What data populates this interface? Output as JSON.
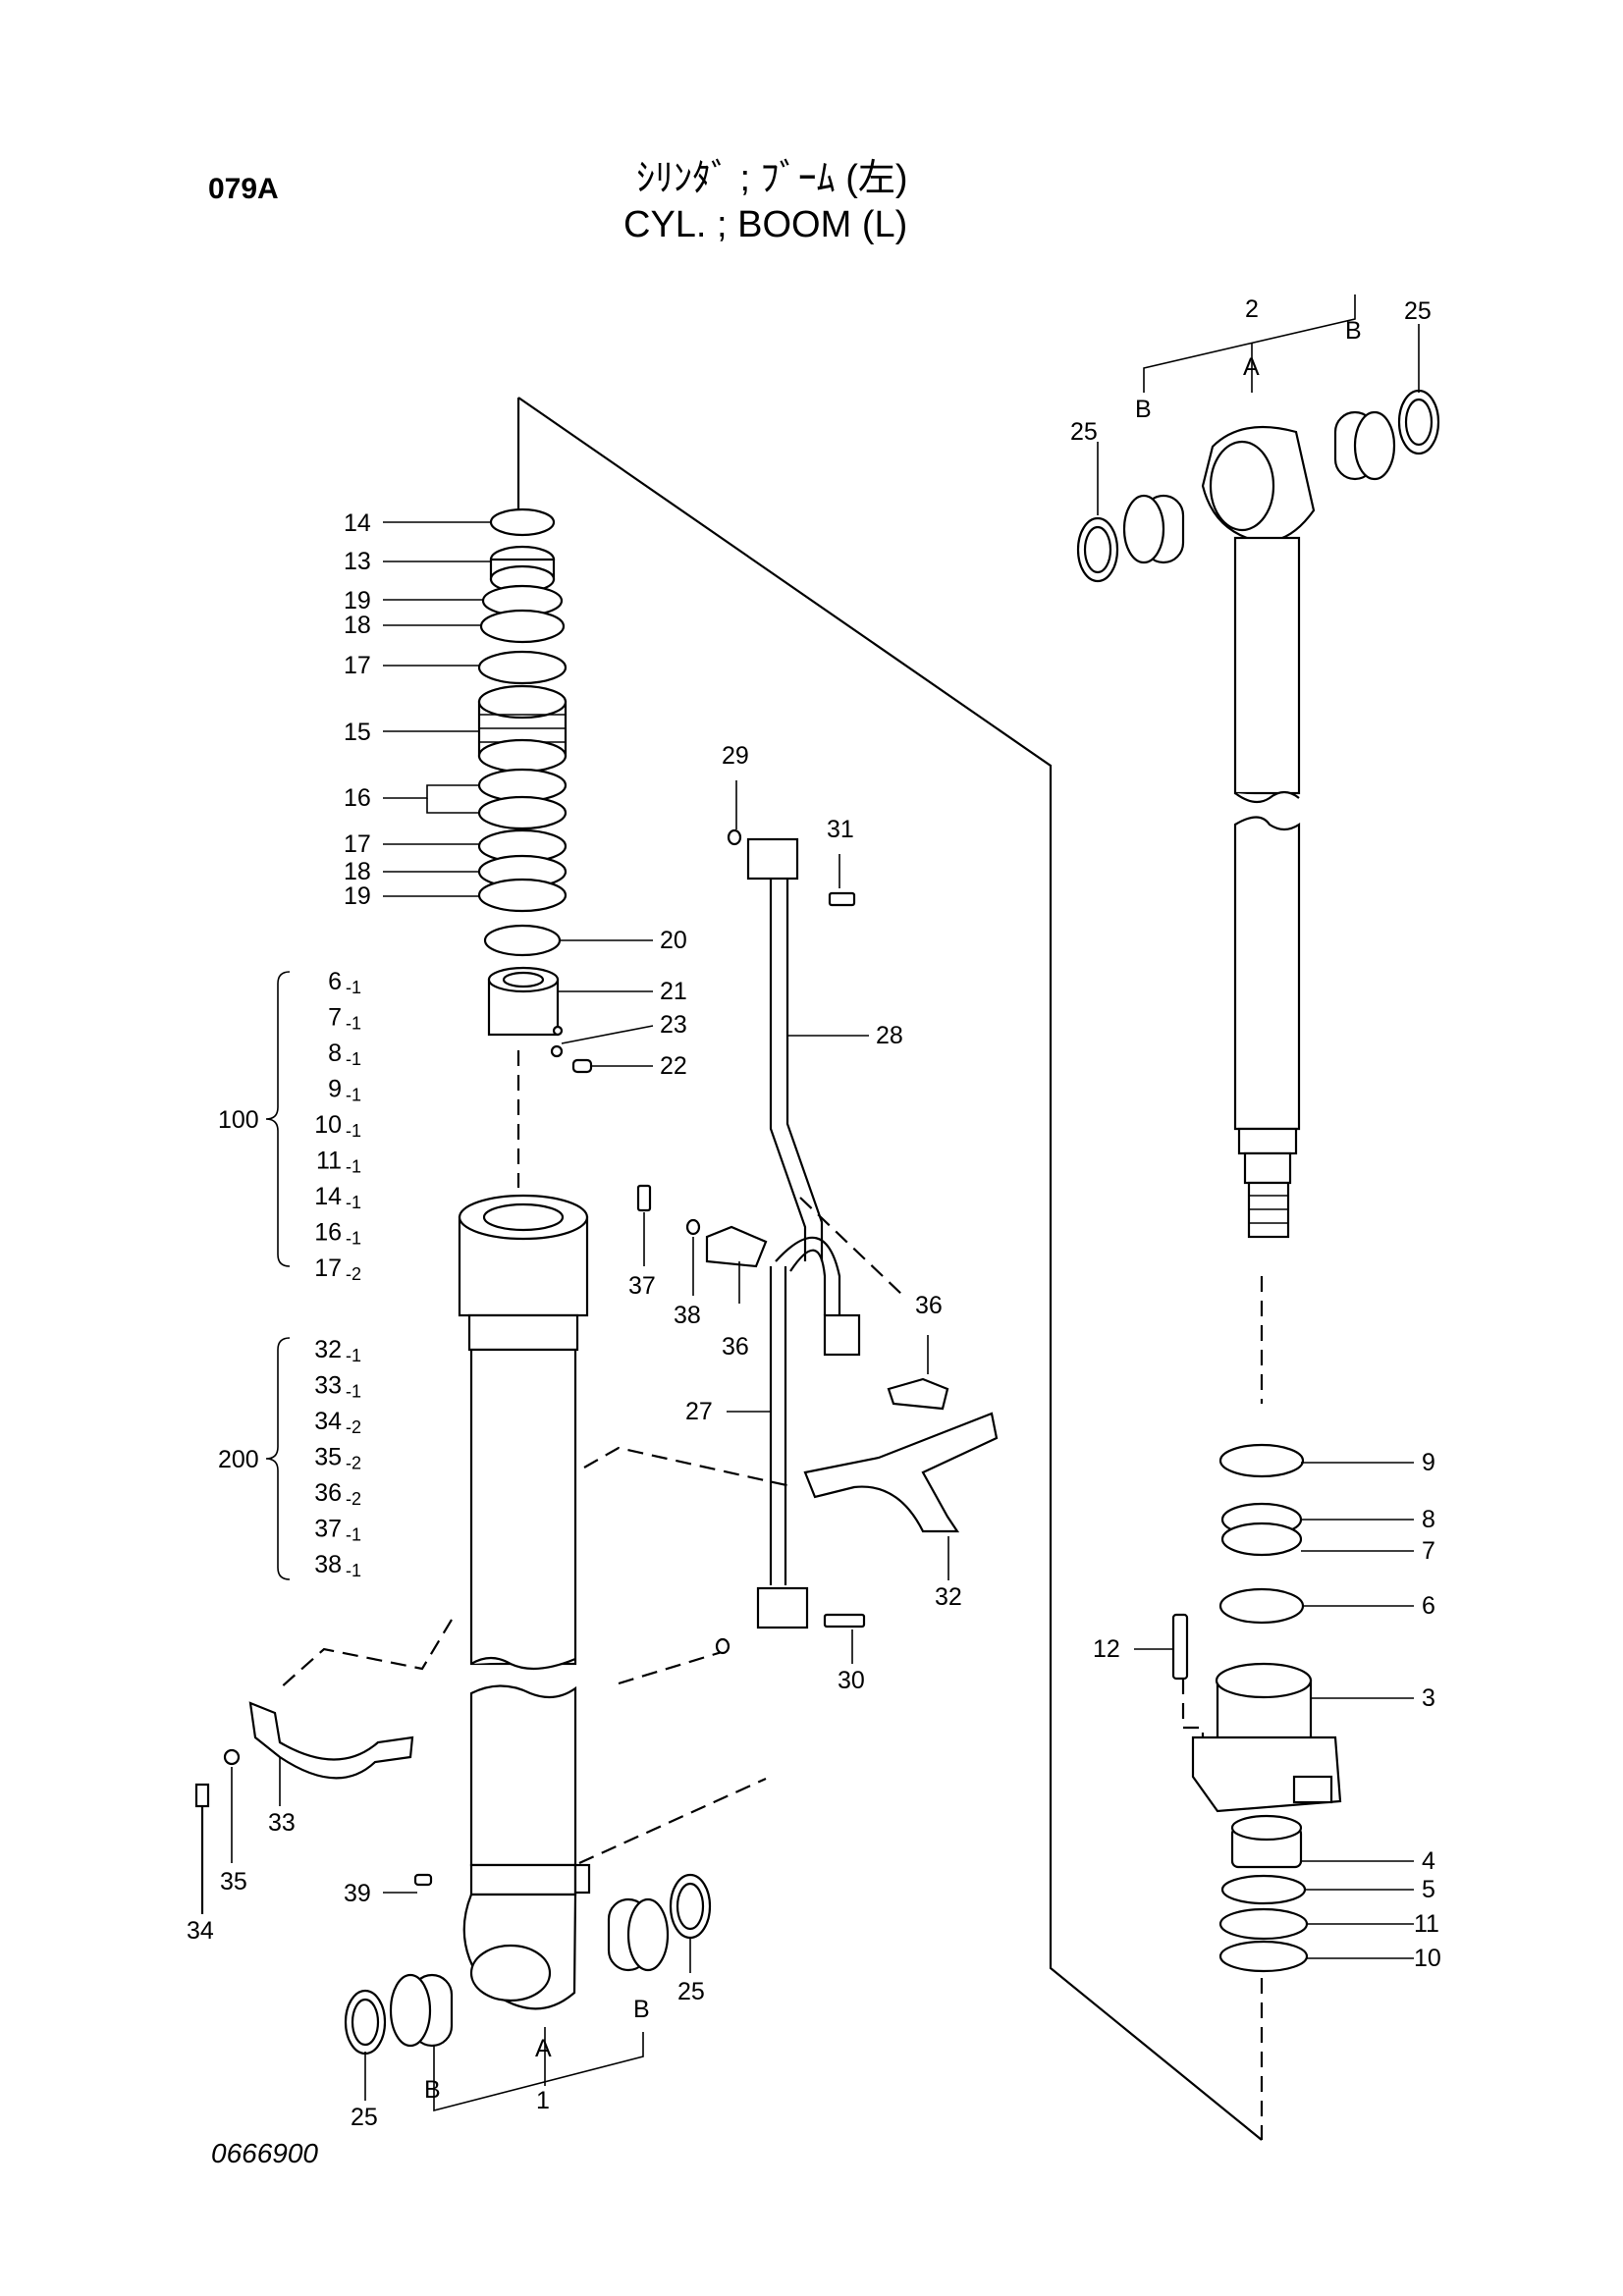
{
  "page_code": "079A",
  "title_jp": "ｼﾘﾝﾀﾞ ; ﾌﾞｰﾑ (左)",
  "title_en": "CYL. ; BOOM (L)",
  "figure_number": "0666900",
  "callouts": {
    "c1": "1",
    "c2": "2",
    "c3": "3",
    "c4": "4",
    "c5": "5",
    "c6": "6",
    "c7": "7",
    "c8": "8",
    "c9": "9",
    "c10": "10",
    "c11": "11",
    "c12": "12",
    "c13": "13",
    "c14": "14",
    "c15": "15",
    "c16": "16",
    "c17a": "17",
    "c17b": "17",
    "c18a": "18",
    "c18b": "18",
    "c19a": "19",
    "c19b": "19",
    "c20": "20",
    "c21": "21",
    "c22": "22",
    "c23": "23",
    "c25a": "25",
    "c25b": "25",
    "c25c": "25",
    "c25d": "25",
    "c27": "27",
    "c28": "28",
    "c29": "29",
    "c30": "30",
    "c31": "31",
    "c32": "32",
    "c33": "33",
    "c34": "34",
    "c35": "35",
    "c36a": "36",
    "c36b": "36",
    "c37": "37",
    "c38": "38",
    "c39": "39",
    "A_top": "A",
    "B_top_left": "B",
    "B_top_right": "B",
    "A_bot": "A",
    "B_bot_left": "B",
    "B_bot_right": "B"
  },
  "kits": [
    {
      "label": "100",
      "items": [
        {
          "part": "6",
          "qty": "1"
        },
        {
          "part": "7",
          "qty": "1"
        },
        {
          "part": "8",
          "qty": "1"
        },
        {
          "part": "9",
          "qty": "1"
        },
        {
          "part": "10",
          "qty": "1"
        },
        {
          "part": "11",
          "qty": "1"
        },
        {
          "part": "14",
          "qty": "1"
        },
        {
          "part": "16",
          "qty": "1"
        },
        {
          "part": "17",
          "qty": "2"
        }
      ]
    },
    {
      "label": "200",
      "items": [
        {
          "part": "32",
          "qty": "1"
        },
        {
          "part": "33",
          "qty": "1"
        },
        {
          "part": "34",
          "qty": "2"
        },
        {
          "part": "35",
          "qty": "2"
        },
        {
          "part": "36",
          "qty": "2"
        },
        {
          "part": "37",
          "qty": "1"
        },
        {
          "part": "38",
          "qty": "1"
        }
      ]
    }
  ]
}
